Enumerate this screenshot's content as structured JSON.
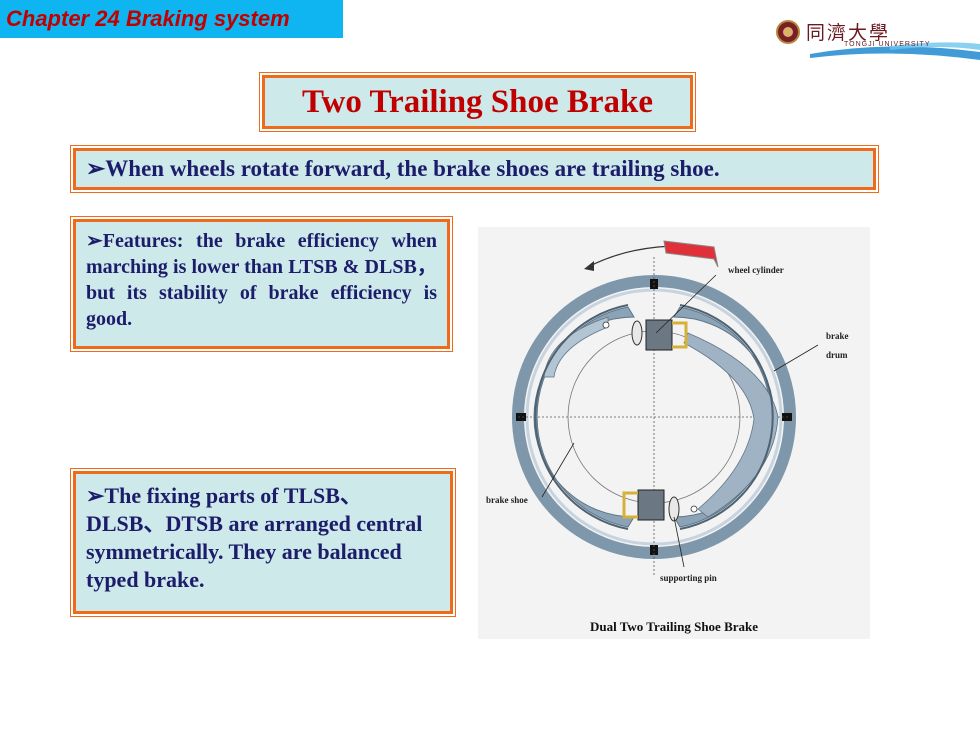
{
  "header": {
    "chapter": "Chapter 24 Braking system",
    "logo_cn": "同濟大學",
    "logo_en": "TONGJI UNIVERSITY"
  },
  "title": "Two Trailing Shoe Brake",
  "lead": "➢When wheels rotate forward, the brake shoes are trailing shoe.",
  "features": "➢Features: the brake efficiency when marching is lower than LTSB & DLSB，but its stability of brake efficiency is good.",
  "fixing": "➢The fixing parts of TLSB、DLSB、DTSB are arranged central symmetrically. They are balanced typed brake.",
  "figure": {
    "labels": {
      "wheel_cylinder": "wheel cylinder",
      "brake": "brake",
      "drum": "drum",
      "brake_shoe": "brake shoe",
      "supporting_pin": "supporting pin"
    },
    "caption": "Dual Two Trailing Shoe Brake"
  },
  "colors": {
    "chapter_bg": "#0fb5f0",
    "chapter_text": "#c00000",
    "box_fill": "#cde9e9",
    "box_border": "#f06a1c",
    "title_text": "#c00000",
    "body_text": "#1c1c6b"
  }
}
